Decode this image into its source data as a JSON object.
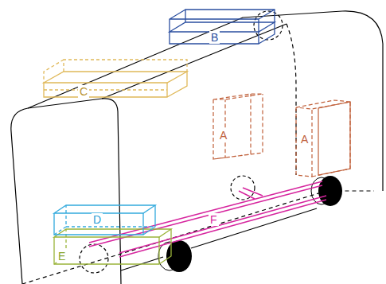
{
  "diagram": {
    "nodes": [
      {
        "text": [
          "B"
        ]
      },
      {
        "text": [
          "C"
        ]
      },
      {
        "text": [
          "A"
        ]
      },
      {
        "text": [
          "A"
        ]
      },
      {
        "text": [
          "D"
        ]
      },
      {
        "text": [
          "F"
        ]
      },
      {
        "text": [
          "E"
        ]
      }
    ]
  }
}
